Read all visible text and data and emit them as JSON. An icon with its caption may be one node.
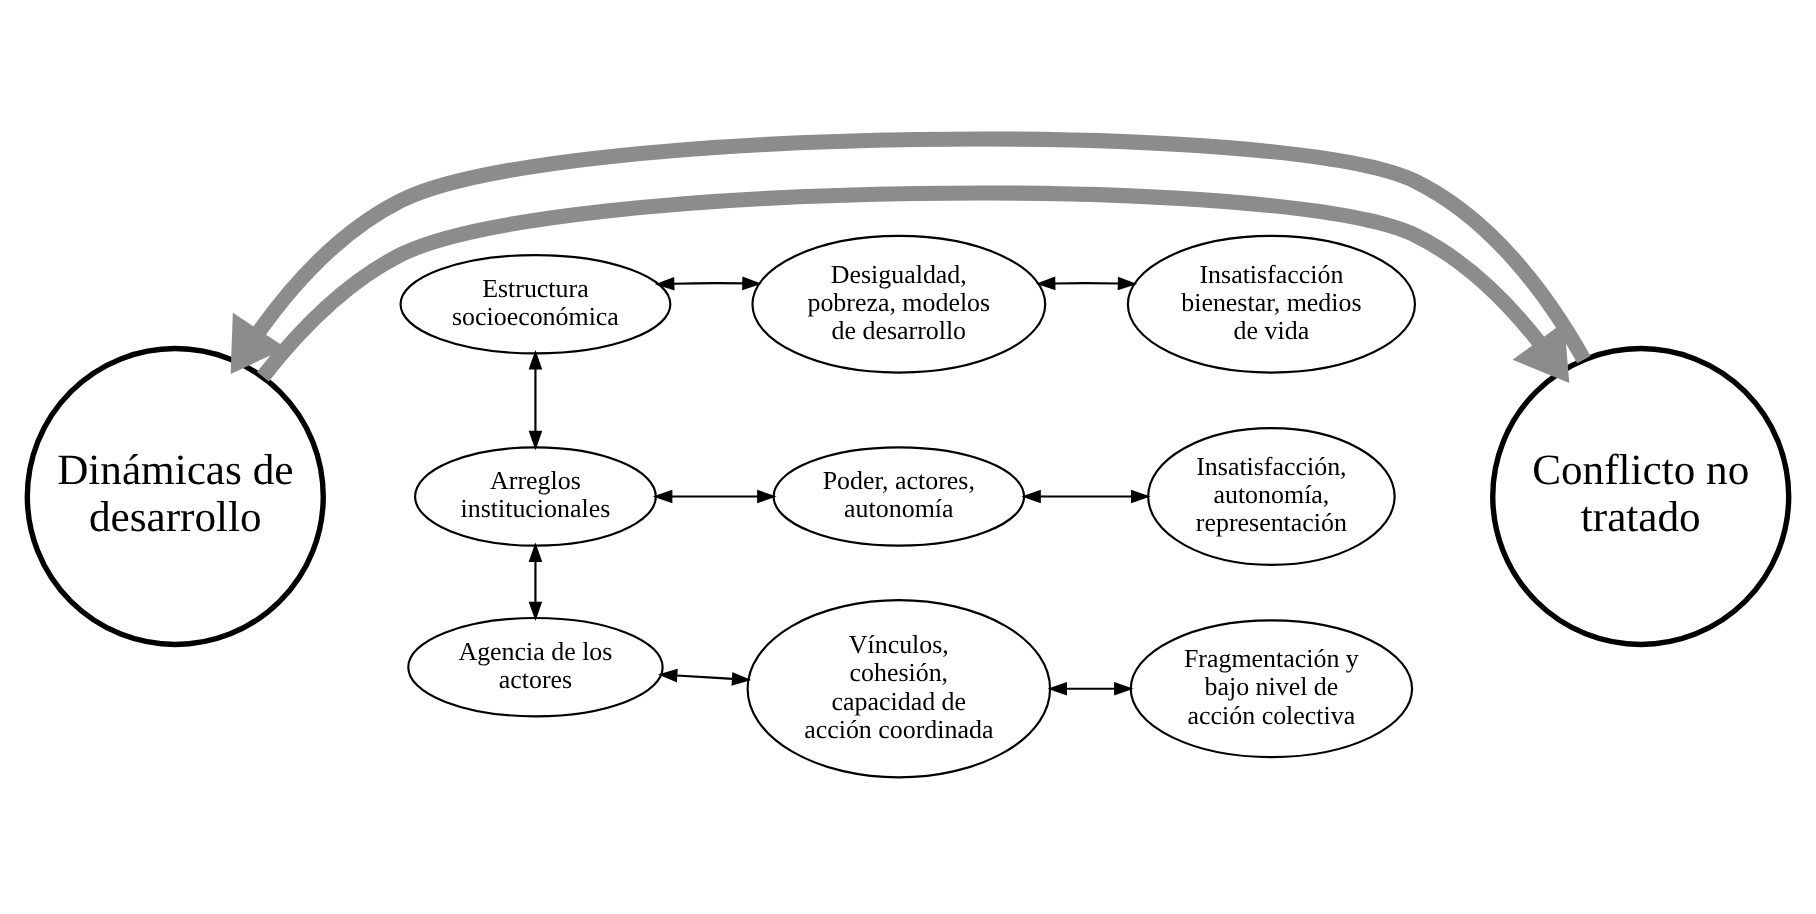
{
  "diagram": {
    "nodes": [
      {
        "text": [
          "Dinámicas de desarrollo"
        ]
      },
      {
        "text": [
          "Conflicto no tratado"
        ]
      },
      {
        "text": [
          "Estructura socioeconómica"
        ]
      },
      {
        "text": [
          "Desigualdad, pobreza, modelos de desarrollo"
        ]
      },
      {
        "text": [
          "Insatisfacción bienestar, medios de vida"
        ]
      },
      {
        "text": [
          "Arreglos institucionales"
        ]
      },
      {
        "text": [
          "Poder, actores, autonomía"
        ]
      },
      {
        "text": [
          "Insatisfacción, autonomía, representación"
        ]
      },
      {
        "text": [
          "Agencia de los actores"
        ]
      },
      {
        "text": [
          "Vínculos, cohesión, capacidad de acción coordinada"
        ]
      },
      {
        "text": [
          "Fragmentación y bajo nivel de acción colectiva"
        ]
      }
    ],
    "edges": [
      {
        "from": 0,
        "to": 1,
        "arrow": "to",
        "style": "thick",
        "color": "#8c8c8c"
      },
      {
        "from": 1,
        "to": 0,
        "arrow": "to",
        "style": "thick",
        "color": "#8c8c8c"
      },
      {
        "from": 2,
        "to": 3,
        "arrow": "both"
      },
      {
        "from": 3,
        "to": 4,
        "arrow": "both"
      },
      {
        "from": 2,
        "to": 5,
        "arrow": "both"
      },
      {
        "from": 5,
        "to": 6,
        "arrow": "both"
      },
      {
        "from": 6,
        "to": 7,
        "arrow": "both"
      },
      {
        "from": 5,
        "to": 8,
        "arrow": "both"
      },
      {
        "from": 8,
        "to": 9,
        "arrow": "both"
      },
      {
        "from": 9,
        "to": 10,
        "arrow": "both"
      }
    ]
  }
}
